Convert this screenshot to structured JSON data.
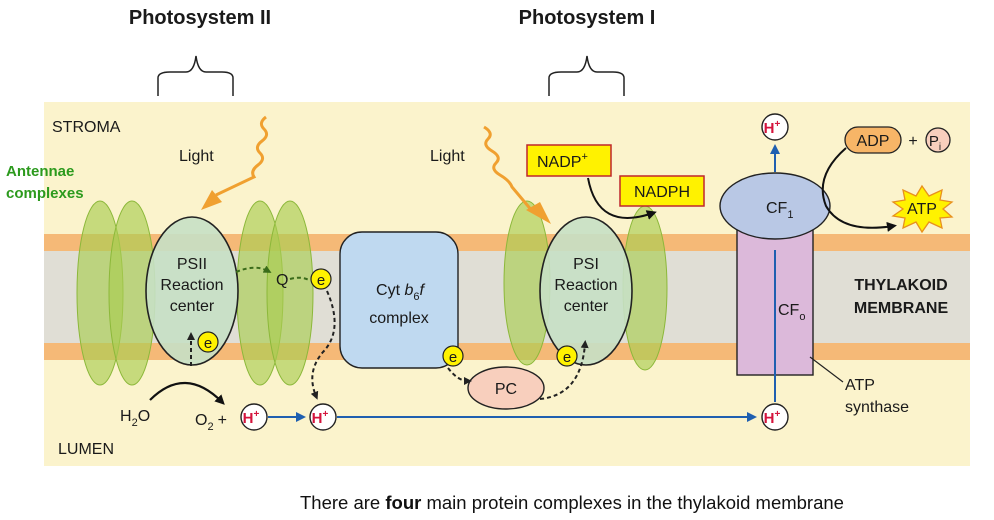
{
  "headings": {
    "psii": "Photosystem II",
    "psi": "Photosystem I"
  },
  "regions": {
    "stroma": "STROMA",
    "lumen": "LUMEN",
    "membrane_line1": "THYLAKOID",
    "membrane_line2": "MEMBRANE"
  },
  "antennae": {
    "line1": "Antennae",
    "line2": "complexes"
  },
  "light": {
    "left": "Light",
    "right": "Light"
  },
  "psii": {
    "line1": "PSII",
    "line2": "Reaction",
    "line3": "center"
  },
  "psi": {
    "line1": "PSI",
    "line2": "Reaction",
    "line3": "center"
  },
  "cyt": {
    "line1_a": "Cyt ",
    "line1_b": "b",
    "line1_sub6": "6",
    "line1_f": "f",
    "line2": "complex"
  },
  "labels": {
    "q": "Q",
    "pc": "PC",
    "electron": "e",
    "hplus": "H",
    "plus_sup": "+",
    "water_h": "H",
    "water_2": "2",
    "water_o": "O",
    "o2_o": "O",
    "o2_2": "2",
    "o2_plus": "+",
    "nadp": "NADP",
    "nadph": "NADPH",
    "adp": "ADP",
    "pi_p": "P",
    "pi_i": "i",
    "adp_plus": "+",
    "atp": "ATP",
    "cf1_cf": "CF",
    "cf1_sub": "1",
    "cfo_cf": "CF",
    "cfo_sub": "o",
    "synthase_line1": "ATP",
    "synthase_line2": "synthase"
  },
  "caption": {
    "before": "There are ",
    "bold": "four",
    "after": " main protein complexes in the thylakoid membrane"
  },
  "colors": {
    "background": "#fbf3cc",
    "membrane_orange": "#f5b977",
    "membrane_core": "#e0ded5",
    "antenna_green": "#a9cd52",
    "reaction_center": "#c7e0c5",
    "cyt_blue": "#bfd9f0",
    "cf1": "#b9c8e5",
    "cfo": "#dcb9da",
    "pc": "#f8cfbd",
    "electron_yellow": "#fff200",
    "hplus_red": "#d4143c",
    "adp_orange": "#f7b567",
    "atp_yellow": "#fff200",
    "nadp_yellow": "#fff200",
    "antennae_label_green": "#2c9a1d",
    "arrow_blue": "#1f5fb0"
  }
}
